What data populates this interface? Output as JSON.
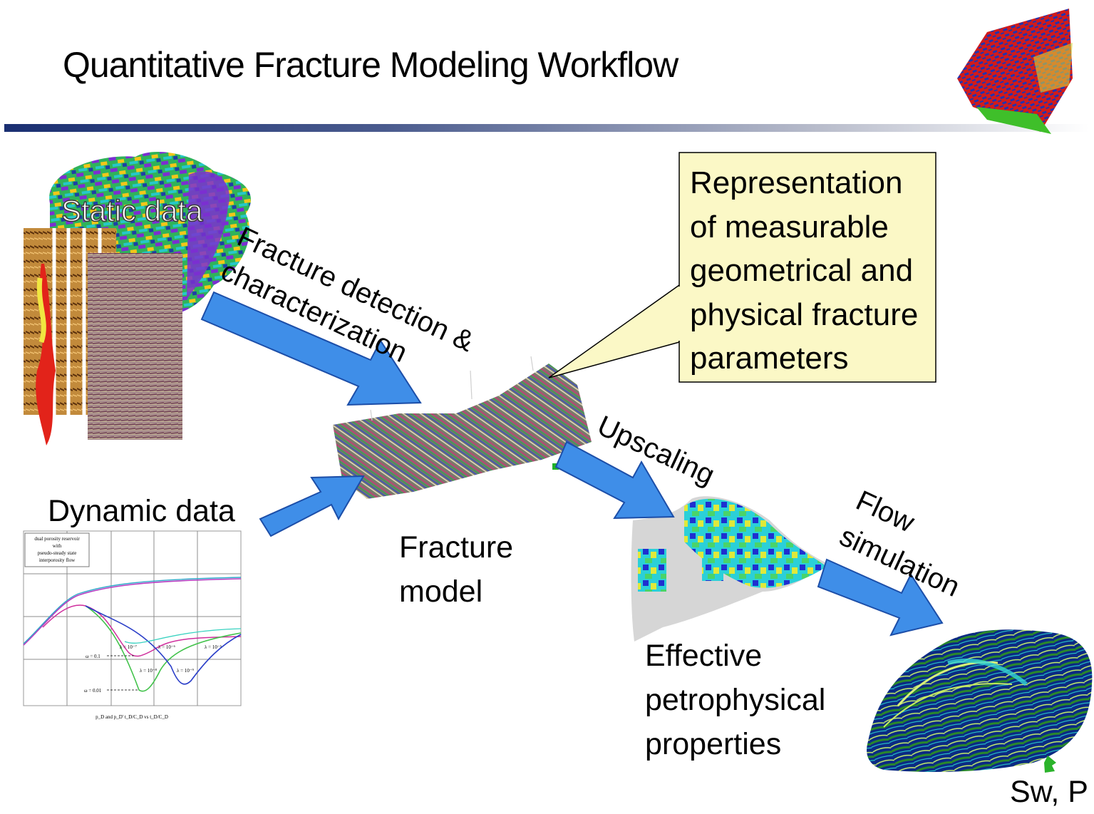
{
  "title": "Quantitative Fracture Modeling Workflow",
  "labels": {
    "static_data": "Static data",
    "dynamic_data": "Dynamic data",
    "fracture_model": [
      "Fracture",
      "model"
    ],
    "effective_properties": [
      "Effective",
      "petrophysical",
      "properties"
    ],
    "sw_p": "Sw, P"
  },
  "arrows": {
    "detection": [
      "Fracture detection &",
      "characterization"
    ],
    "upscaling": "Upscaling",
    "flow": [
      "Flow",
      "simulation"
    ]
  },
  "callout": {
    "lines": [
      "Representation",
      "of measurable",
      "geometrical and",
      "physical fracture",
      "parameters"
    ]
  },
  "inset_chart": {
    "legend": [
      "dual porosity reservoir",
      "with",
      "pseudo-steady state",
      "interporosity flow"
    ],
    "omega_labels": [
      "ω = 0.1",
      "ω = 0.01"
    ],
    "lambda_labels": [
      "λ = 10⁻⁷",
      "λ = 10⁻⁶",
      "λ = 10⁻⁵",
      "λ = 10⁻⁸",
      "λ = 10⁻⁹"
    ],
    "xlabel": "p_D and p_D' t_D/C_D   vs   t_D/C_D"
  },
  "colors": {
    "arrow": "#3f8ee8",
    "callout_bg": "#fbf8c6",
    "rule_dark": "#1a2f72"
  }
}
